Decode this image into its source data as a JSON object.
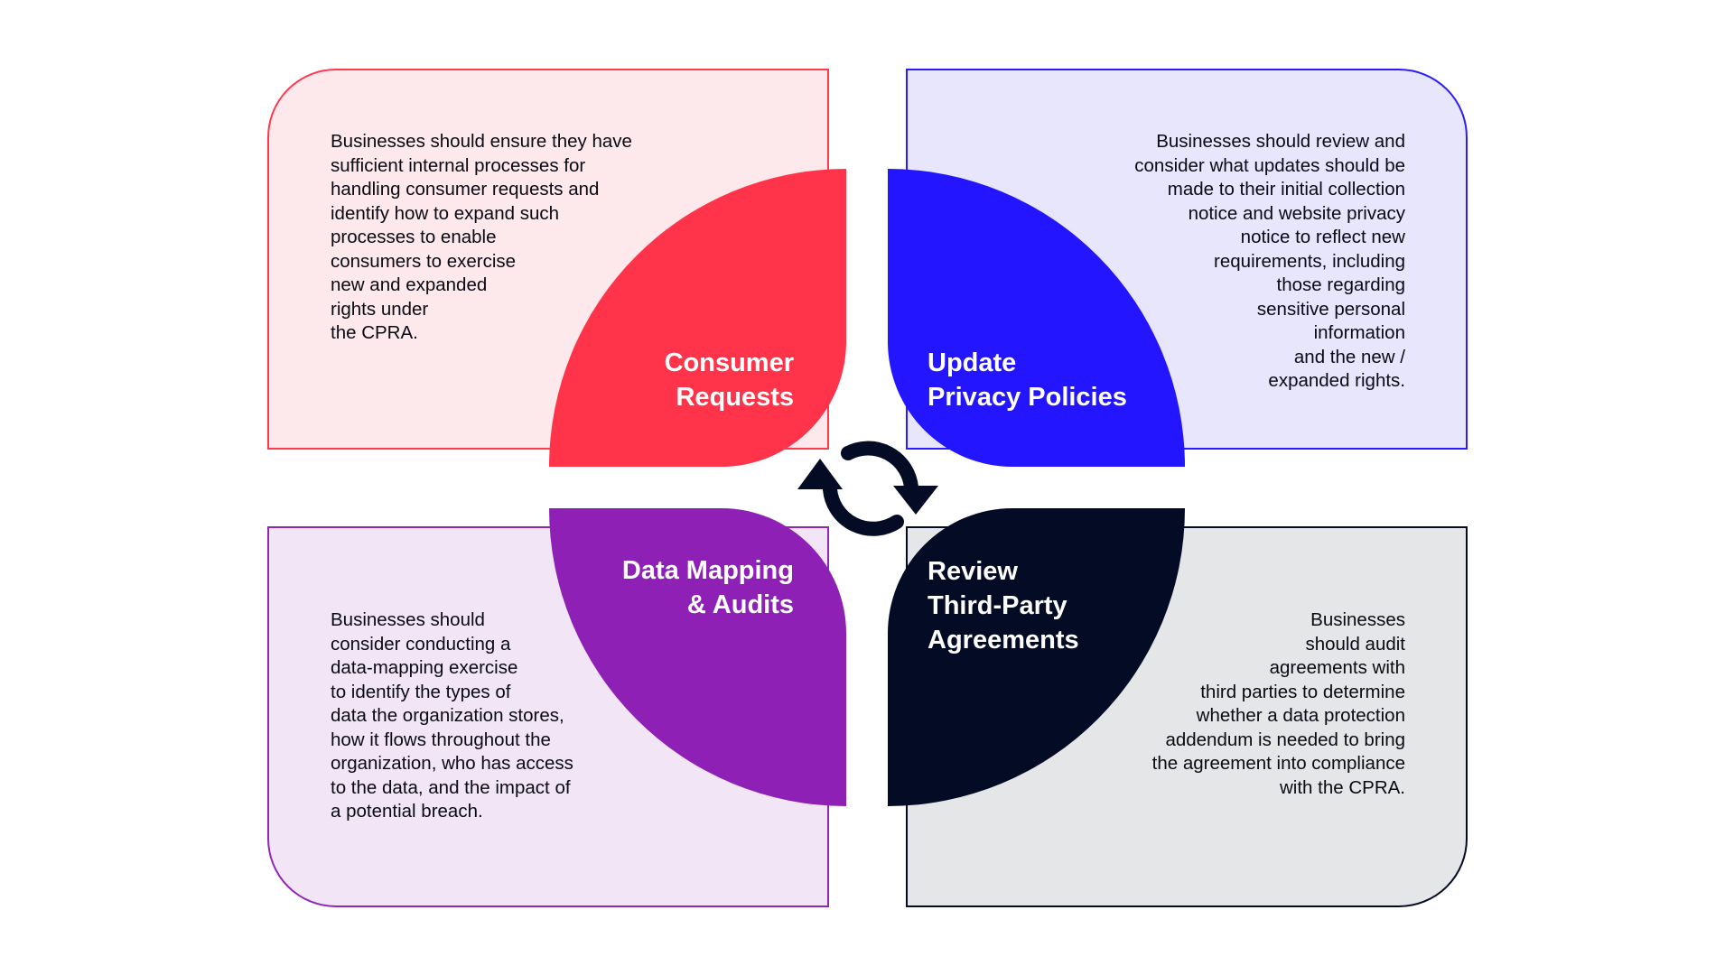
{
  "quadrants": [
    {
      "title": "Consumer\nRequests",
      "description": "Businesses should ensure they have\nsufficient internal processes for\nhandling consumer requests and\nidentify how to expand such\nprocesses to enable\nconsumers to exercise\nnew and expanded\nrights under\nthe CPRA.",
      "color": "#ff344a",
      "background": "#fde8eb"
    },
    {
      "title": "Update\nPrivacy Policies",
      "description": "Businesses should review and\nconsider what updates should be\nmade to their initial collection\nnotice and website privacy\nnotice to reflect new\nrequirements, including\nthose regarding\nsensitive personal\ninformation\nand the new /\nexpanded rights.",
      "color": "#2315ff",
      "background": "#e7e6fd"
    },
    {
      "title": "Data Mapping\n& Audits",
      "description": "Businesses should\nconsider conducting a\ndata-mapping exercise\nto identify the types of\ndata the organization stores,\nhow it flows throughout the\norganization, who has access\nto the data, and the impact of\na potential breach.",
      "color": "#8e20b6",
      "background": "#f2e6f6"
    },
    {
      "title": "Review\nThird-Party\nAgreements",
      "description": "Businesses\nshould audit\nagreements with\nthird parties to determine\nwhether a data protection\naddendum is needed to bring\nthe agreement into compliance\nwith the CPRA.",
      "color": "#030c24",
      "background": "#e5e6e8"
    }
  ],
  "center_icon": "refresh-cycle-icon"
}
